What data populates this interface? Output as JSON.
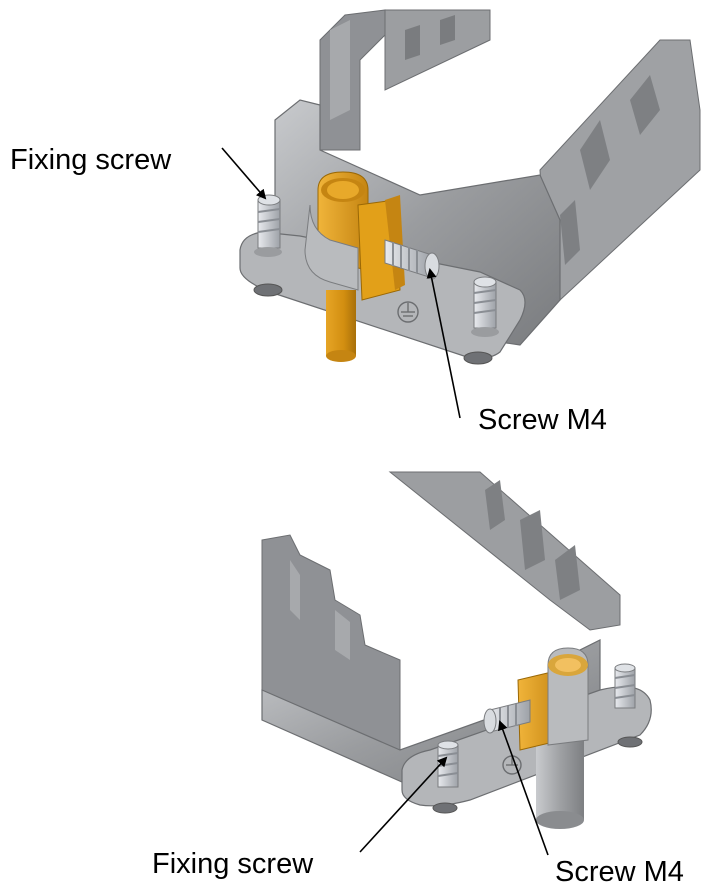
{
  "figure": {
    "views": [
      {
        "view": "top",
        "labels": {
          "fixing_screw": "Fixing screw",
          "screw_m4": "Screw M4"
        },
        "parts": [
          "housing-frame",
          "earthing-clamp",
          "clamp-pin",
          "screw-m4",
          "fixing-screw-left",
          "fixing-screw-right",
          "ground-symbol"
        ]
      },
      {
        "view": "bottom",
        "labels": {
          "fixing_screw": "Fixing screw",
          "screw_m4": "Screw M4"
        },
        "parts": [
          "housing-frame",
          "earthing-clamp",
          "clamp-pin",
          "screw-m4",
          "fixing-screw-left",
          "fixing-screw-right",
          "ground-symbol"
        ]
      }
    ],
    "colors": {
      "housing": "#9a9c9f",
      "housing_light": "#c4c6c9",
      "housing_dark": "#6c6e71",
      "clamp": "#e2a019",
      "clamp_dark": "#b87a0c",
      "screw": "#c9ccd0",
      "arrow": "#000000"
    }
  }
}
